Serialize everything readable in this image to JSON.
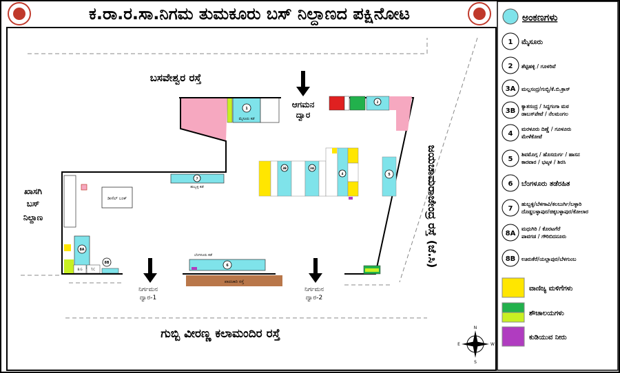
{
  "title": "ಕ.ರಾ.ರ.ಸಾ.ನಿಗಮ ತುಮಕೂರು ಬಸ್ ನಿಲ್ದಾಣದ ಪಕ್ಷಿನೋಟ",
  "colors": {
    "platform": "#7fe3ea",
    "shops": "#ffe600",
    "toilet_dark": "#22b14c",
    "toilet_light": "#c8f022",
    "water": "#b03cc0",
    "pink": "#f6a8c0",
    "pedestrian": "#b9774a",
    "red": "#e02020",
    "logo": "#c0392b"
  },
  "roads": {
    "top": "ಬಸವೇಶ್ವರ ರಸ್ತೆ",
    "bottom": "ಗುಬ್ಬಿ ವೀರಣ್ಣ ಕಲಾಮಂದಿರ ರಸ್ತೆ",
    "right": "ಜಯಚಾಮರಾಜೇಂದ್ರ ರಸ್ತೆ (ಜೆ.ಸಿ)",
    "pedestrian": "ಪಾದಚಾರಿ ರಸ್ತೆ"
  },
  "gates": {
    "arrival_1": "ಆಗಮನ",
    "arrival_2": "ದ್ವಾರ",
    "exit1_1": "ನಿರ್ಗಮನ",
    "exit1_2": "ದ್ವಾರ-1",
    "exit2_1": "ನಿರ್ಗಮನ",
    "exit2_2": "ದ್ವಾರ-2"
  },
  "places": {
    "private_1": "ಖಾಸಗಿ",
    "private_2": "ಬಸ್",
    "private_3": "ನಿಲ್ದಾಣ",
    "diesel": "ಡೀಸೆಲ್ ಬಂಕ್",
    "mysuru_side": "ಮೈಸೂರು ಕಡೆ",
    "hubballi_side": "ಹುಬ್ಬಳ್ಳಿ ಕಡೆ",
    "bengaluru_side": "ಬೆಂಗಳೂರು ಕಡೆ",
    "bg": "B.G",
    "tc": "T.C"
  },
  "platform_numbers": [
    "1",
    "2",
    "3A",
    "3B",
    "4",
    "5",
    "6",
    "7",
    "8A",
    "8B"
  ],
  "legend": {
    "header": "ಅಂಕಣಗಳು",
    "platforms": [
      {
        "num": "1",
        "lines": [
          "ಮೈಸೂರು"
        ]
      },
      {
        "num": "2",
        "lines": [
          "ಶೆಟ್ಟಿಹಳ್ಳಿ / ಗೂಳರಿವೆ"
        ]
      },
      {
        "num": "3A",
        "lines": [
          "ಮಲ್ಲಸಂದ್ರ/ಗುಬ್ಬಿ/ಕೆ.ಬಿ.ಕ್ರಾಸ್"
        ]
      },
      {
        "num": "3B",
        "lines": [
          "ಕ್ಯಾತಸಂದ್ರ / ಸಿದ್ದಗಂಗಾ ಮಠ",
          "ಡಾಬಸ್‌ಪೇಟೆ / ನೆಲಮಂಗಲ"
        ]
      },
      {
        "num": "4",
        "lines": [
          "ಮರಳೂರು ದಿಣ್ಣೆ / ಗೂಳೂರು",
          "ಮೇಳೆಕೋಟೆ"
        ]
      },
      {
        "num": "5",
        "lines": [
          "ಶಿವಮೊಗ್ಗ / ಹೊಸದುರ್ಗ / ಹಾಸನ",
          "ಕಾರವಾರ / ಭಟ್ಕಳ / ಶಿರಸಿ"
        ]
      },
      {
        "num": "6",
        "lines": [
          "ಬೆಂಗಳೂರು ತಡೆರಹಿತ"
        ]
      },
      {
        "num": "7",
        "lines": [
          "ಹುಬ್ಬಳ್ಳಿ/ಬೆಳಗಾವಿ/ಕಲಬುರ್ಗಿ/ಬಳ್ಳಾರಿ",
          "ದೊಡ್ಡಬಳ್ಳಾಪುರ/ಚಿಕ್ಕಬಳ್ಳಾಪುರ/ಕೋಲಾರ"
        ]
      },
      {
        "num": "8A",
        "lines": [
          "ಮಧುಗಿರಿ / ಕೊರಟಗೆರೆ",
          "ಪಾವಗಡ / ಗೌರಿಬಿದನೂರು"
        ]
      },
      {
        "num": "8B",
        "lines": [
          "ಊರುಕೆರೆ/ಯಲ್ಲಾಪುರ/ಬೆಳಗುಂಬ"
        ]
      }
    ],
    "shops": "ವಾಣಿಜ್ಯ ಮಳಿಗೆಗಳು",
    "toilets": "ಶೌಚಾಲಯಗಳು",
    "water": "ಕುಡಿಯುವ ನೀರು"
  },
  "compass": {
    "n": "N",
    "s": "S",
    "e": "E",
    "w": "W"
  }
}
